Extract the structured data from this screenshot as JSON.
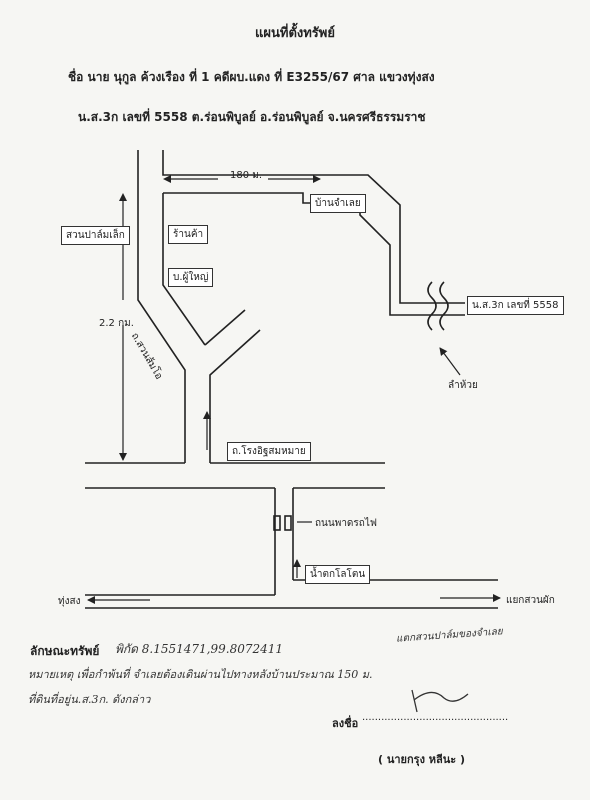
{
  "header": {
    "title": "แผนที่ตั้งทรัพย์",
    "case_line": "ชื่อ นาย นุกูล ค้วงเรือง ที่ 1 คดีผบ.แดง ที่ E3255/67 ศาล แขวงทุ่งสง",
    "deed_line": "น.ส.3ก เลขที่ 5558 ต.ร่อนพิบูลย์ อ.ร่อนพิบูลย์ จ.นครศรีธรรมราช"
  },
  "map": {
    "dist_top": "180 ม.",
    "dist_left": "2.2 กม.",
    "labels": {
      "ban_cham_loei": "บ้านจำเลย",
      "suan_palm": "สวนปาล์มเล็ก",
      "ran_ka": "ร้านค้า",
      "ban_phu_yai": "บ.ผู้ใหญ่",
      "road_suan": "ถ.สวนส้มโอ",
      "deed_box": "น.ส.3ก เลขที่ 5558",
      "stream": "ลำห้วย",
      "road_rong": "ถ.โรงอิฐสมหมาย",
      "rail_crossing": "ถนนพาดรถไฟ",
      "waterfall": "น้ำตกโลโตน",
      "thung_song": "ทุ่งสง",
      "junction": "แยกสวนผัก"
    }
  },
  "notes": {
    "property_label": "ลักษณะทรัพย์",
    "coords": "พิกัด 8.1551471,99.8072411",
    "handwritten_top": "แตกสวนปาล์มของจำเลย",
    "handwritten_1": "หมายเหตุ เพื่อกำพ้นที่ จำเลยต้องเดินผ่านไปทางหลังบ้านประมาณ 150 ม.",
    "handwritten_2": "ที่ดินที่อยู่น.ส.3ก. ดังกล่าว",
    "sign_label": "ลงชื่อ",
    "sign_dots": "..............................................",
    "signer": "( นายกรุง หลีนะ )"
  }
}
